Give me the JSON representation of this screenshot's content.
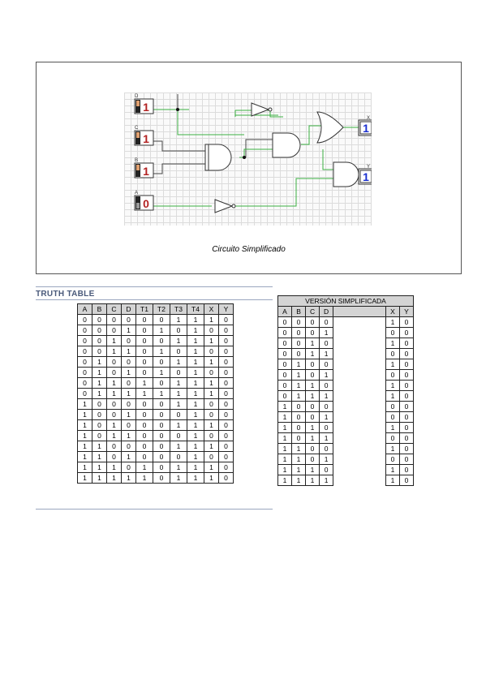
{
  "figure": {
    "caption": "Circuito Simplificado",
    "inputs": [
      {
        "name": "D",
        "value": "1"
      },
      {
        "name": "C",
        "value": "1"
      },
      {
        "name": "B",
        "value": "1"
      },
      {
        "name": "A",
        "value": "0"
      }
    ],
    "outputs": [
      {
        "name": "X",
        "value": "1"
      },
      {
        "name": "Y",
        "value": "1"
      }
    ],
    "colors": {
      "wire_on": "#3cb043",
      "wire_off": "#444444",
      "input_on": "#b22222",
      "output_on": "#1a2fd0"
    }
  },
  "truth_table": {
    "title": "TRUTH TABLE",
    "headers": [
      "A",
      "B",
      "C",
      "D",
      "T1",
      "T2",
      "T3",
      "T4",
      "X",
      "Y"
    ],
    "rows": [
      [
        "0",
        "0",
        "0",
        "0",
        "0",
        "0",
        "1",
        "1",
        "1",
        "0"
      ],
      [
        "0",
        "0",
        "0",
        "1",
        "0",
        "1",
        "0",
        "1",
        "0",
        "0"
      ],
      [
        "0",
        "0",
        "1",
        "0",
        "0",
        "0",
        "1",
        "1",
        "1",
        "0"
      ],
      [
        "0",
        "0",
        "1",
        "1",
        "0",
        "1",
        "0",
        "1",
        "0",
        "0"
      ],
      [
        "0",
        "1",
        "0",
        "0",
        "0",
        "0",
        "1",
        "1",
        "1",
        "0"
      ],
      [
        "0",
        "1",
        "0",
        "1",
        "0",
        "1",
        "0",
        "1",
        "0",
        "0"
      ],
      [
        "0",
        "1",
        "1",
        "0",
        "1",
        "0",
        "1",
        "1",
        "1",
        "0"
      ],
      [
        "0",
        "1",
        "1",
        "1",
        "1",
        "1",
        "1",
        "1",
        "1",
        "0"
      ],
      [
        "1",
        "0",
        "0",
        "0",
        "0",
        "0",
        "1",
        "1",
        "0",
        "0"
      ],
      [
        "1",
        "0",
        "0",
        "1",
        "0",
        "0",
        "0",
        "1",
        "0",
        "0"
      ],
      [
        "1",
        "0",
        "1",
        "0",
        "0",
        "0",
        "1",
        "1",
        "1",
        "0"
      ],
      [
        "1",
        "0",
        "1",
        "1",
        "0",
        "0",
        "0",
        "1",
        "0",
        "0"
      ],
      [
        "1",
        "1",
        "0",
        "0",
        "0",
        "0",
        "1",
        "1",
        "1",
        "0"
      ],
      [
        "1",
        "1",
        "0",
        "1",
        "0",
        "0",
        "0",
        "1",
        "0",
        "0"
      ],
      [
        "1",
        "1",
        "1",
        "0",
        "1",
        "0",
        "1",
        "1",
        "1",
        "0"
      ],
      [
        "1",
        "1",
        "1",
        "1",
        "1",
        "0",
        "1",
        "1",
        "1",
        "0"
      ]
    ]
  },
  "simplified_table": {
    "title": "VERSIÓN SIMPLIFICADA",
    "headers": [
      "A",
      "B",
      "C",
      "D",
      "X",
      "Y"
    ],
    "rows": [
      [
        "0",
        "0",
        "0",
        "0",
        "1",
        "0"
      ],
      [
        "0",
        "0",
        "0",
        "1",
        "0",
        "0"
      ],
      [
        "0",
        "0",
        "1",
        "0",
        "1",
        "0"
      ],
      [
        "0",
        "0",
        "1",
        "1",
        "0",
        "0"
      ],
      [
        "0",
        "1",
        "0",
        "0",
        "1",
        "0"
      ],
      [
        "0",
        "1",
        "0",
        "1",
        "0",
        "0"
      ],
      [
        "0",
        "1",
        "1",
        "0",
        "1",
        "0"
      ],
      [
        "0",
        "1",
        "1",
        "1",
        "1",
        "0"
      ],
      [
        "1",
        "0",
        "0",
        "0",
        "0",
        "0"
      ],
      [
        "1",
        "0",
        "0",
        "1",
        "0",
        "0"
      ],
      [
        "1",
        "0",
        "1",
        "0",
        "1",
        "0"
      ],
      [
        "1",
        "0",
        "1",
        "1",
        "0",
        "0"
      ],
      [
        "1",
        "1",
        "0",
        "0",
        "1",
        "0"
      ],
      [
        "1",
        "1",
        "0",
        "1",
        "0",
        "0"
      ],
      [
        "1",
        "1",
        "1",
        "0",
        "1",
        "0"
      ],
      [
        "1",
        "1",
        "1",
        "1",
        "1",
        "0"
      ]
    ]
  }
}
